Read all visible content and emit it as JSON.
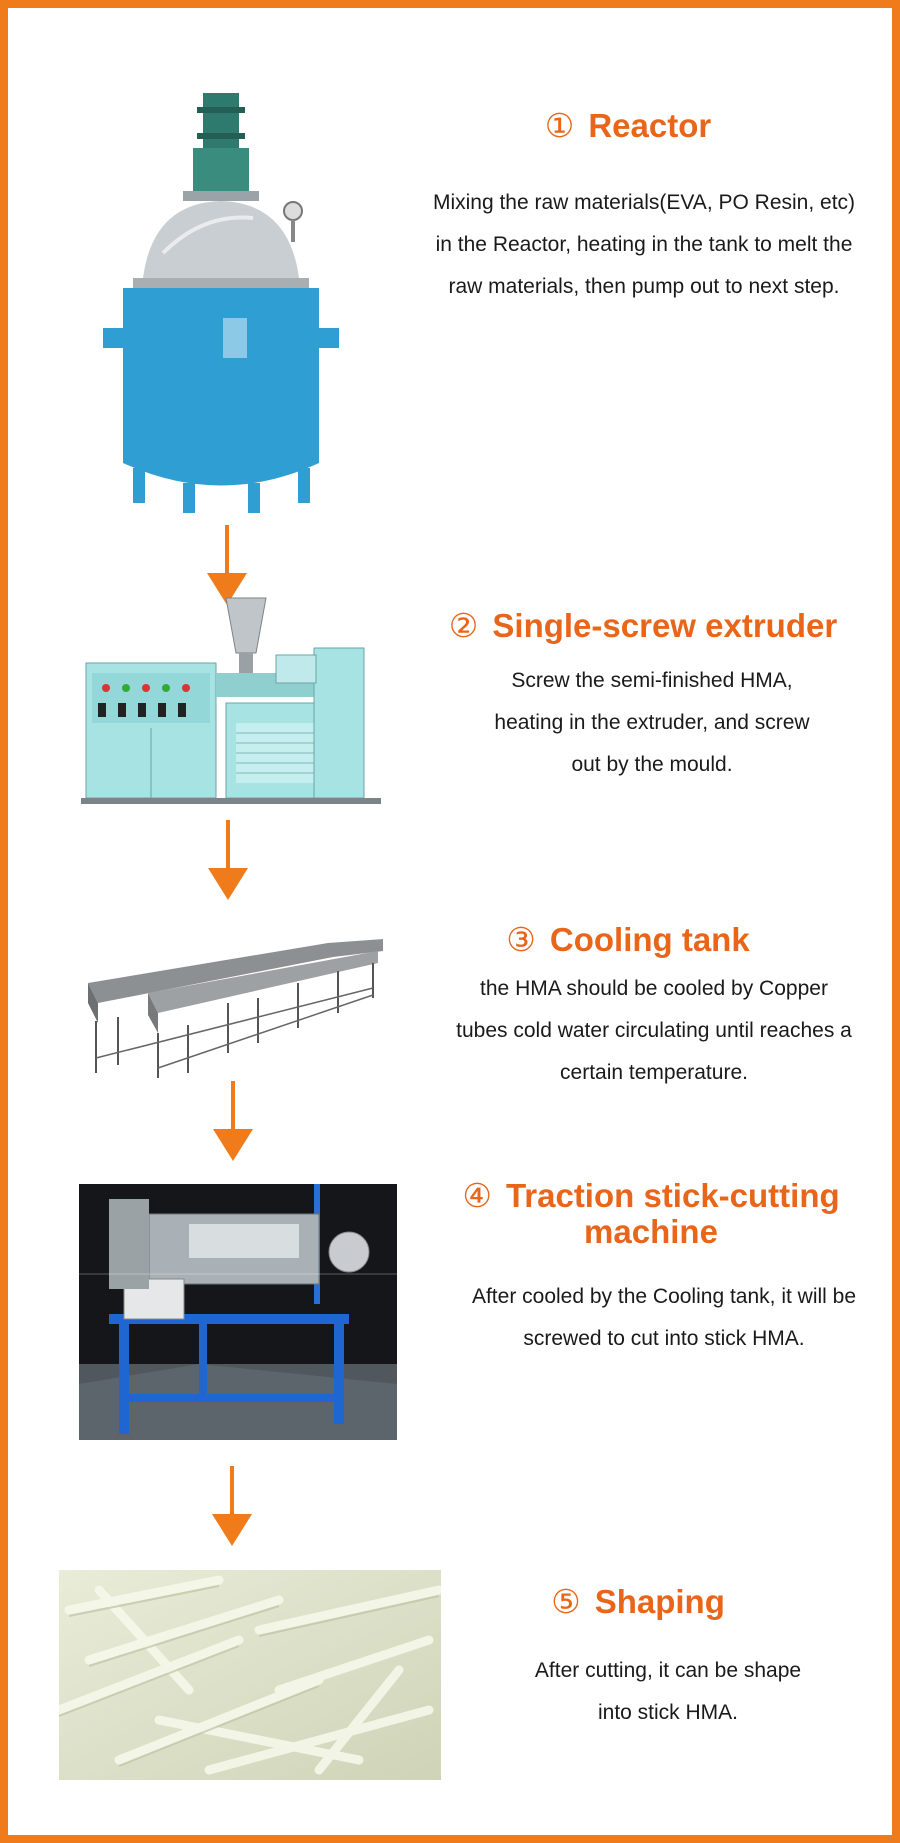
{
  "accent_color": "#e8651a",
  "steps": [
    {
      "number": "①",
      "title": "Reactor",
      "description": "Mixing the raw materials(EVA, PO Resin, etc) in the Reactor, heating in the tank to melt the raw materials, then pump out to next step.",
      "image": "reactor-vessel-image"
    },
    {
      "number": "②",
      "title": "Single-screw extruder",
      "description": "Screw the semi-finished HMA, heating in the extruder, and screw out by the mould.",
      "image": "extruder-machine-image"
    },
    {
      "number": "③",
      "title": "Cooling tank",
      "description": "the HMA should be cooled by Copper tubes cold water circulating until reaches a certain temperature.",
      "image": "cooling-tank-image"
    },
    {
      "number": "④",
      "title": "Traction stick-cutting machine",
      "description": "After cooled by the Cooling tank, it will be screwed to cut into stick HMA.",
      "image": "traction-cutter-image"
    },
    {
      "number": "⑤",
      "title": "Shaping",
      "description": "After cutting, it can be shape into stick HMA.",
      "image": "glue-sticks-image"
    }
  ]
}
